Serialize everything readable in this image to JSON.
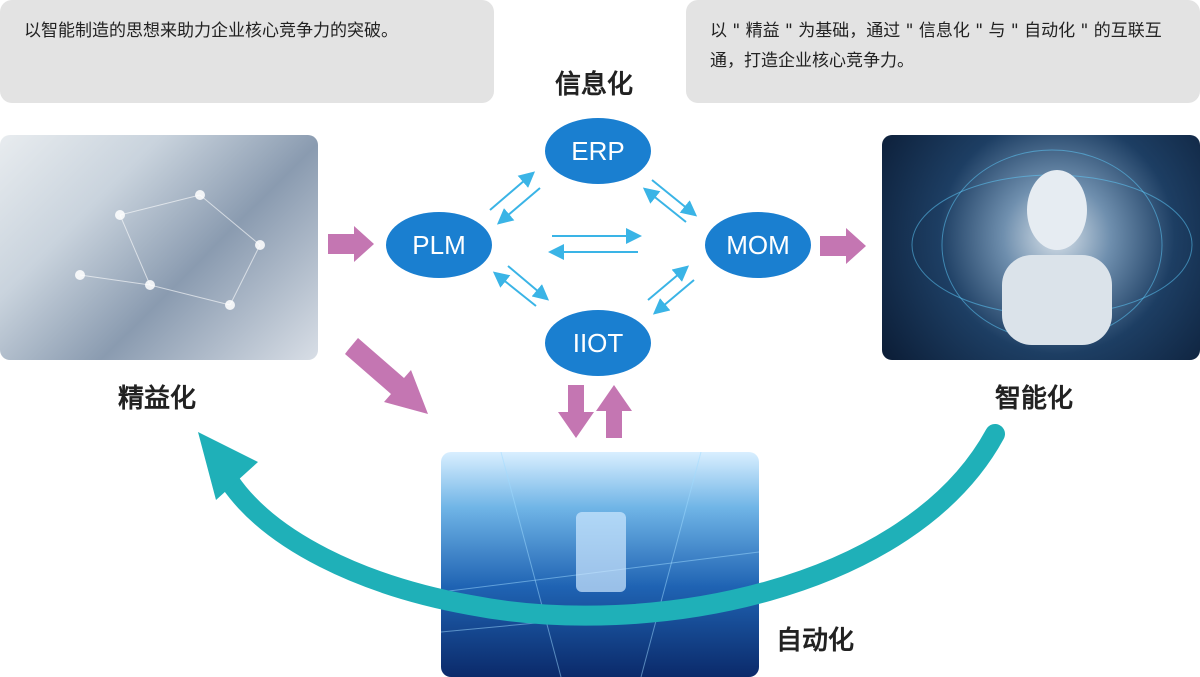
{
  "callouts": {
    "left": "以智能制造的思想来助力企业核心竞争力的突破。",
    "right": "以 \" 精益 \" 为基础，通过 \" 信息化 \" 与 \" 自动化 \" 的互联互通，打造企业核心竞争力。"
  },
  "labels": {
    "informatization": "信息化",
    "lean": "精益化",
    "intelligent": "智能化",
    "automation": "自动化"
  },
  "nodes": {
    "erp": "ERP",
    "plm": "PLM",
    "mom": "MOM",
    "iiot": "IIOT"
  },
  "colors": {
    "node": "#1a7fd0",
    "link_arrow": "#3ab4e6",
    "flow_arrow": "#c476b2",
    "cycle_arrow": "#1fb0b8",
    "callout_bg": "#e3e3e3"
  }
}
